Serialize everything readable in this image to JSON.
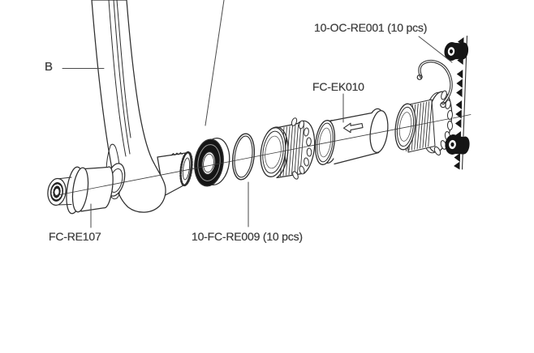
{
  "figure": {
    "type": "exploded-parts-diagram",
    "subject": "crankset-bottom-bracket-assembly",
    "colors": {
      "background": "#ffffff",
      "outline": "#2e2e2e",
      "black_fill": "#151515",
      "text": "#3d3d3d",
      "leader_line": "#4a4a4a"
    },
    "labels": {
      "crank_arm": "B",
      "retaining_clip": "10-OC-RE001 (10 pcs)",
      "bb_sleeve": "FC-EK010",
      "crank_fixing_bolt": "FC-RE107",
      "o_ring": "10-FC-RE009 (10 pcs)"
    }
  }
}
